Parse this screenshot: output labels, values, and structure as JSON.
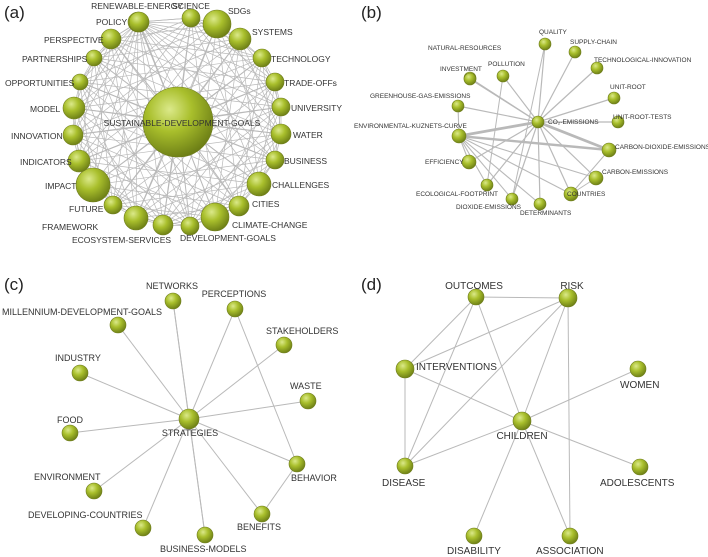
{
  "colors": {
    "edge": "#b9b9b9",
    "node_light": "#dbe98a",
    "node_mid": "#a9bf2c",
    "node_dark": "#6d7f16",
    "label": "#333333"
  },
  "panels": [
    {
      "id": "a",
      "label": "(a)",
      "hub": "SUSTAINABLE-DEVELOPMENT-GOALS",
      "nodes": [
        {
          "label": "SUSTAINABLE-DEVELOPMENT-GOALS"
        },
        {
          "label": "RENEWABLE-ENERGY"
        },
        {
          "label": "SCIENCE"
        },
        {
          "label": "SDGs"
        },
        {
          "label": "SYSTEMS"
        },
        {
          "label": "TECHNOLOGY"
        },
        {
          "label": "TRADE-OFFs"
        },
        {
          "label": "UNIVERSITY"
        },
        {
          "label": "WATER"
        },
        {
          "label": "BUSINESS"
        },
        {
          "label": "CHALLENGES"
        },
        {
          "label": "CITIES"
        },
        {
          "label": "CLIMATE-CHANGE"
        },
        {
          "label": "DEVELOPMENT-GOALS"
        },
        {
          "label": "ECOSYSTEM-SERVICES"
        },
        {
          "label": "FRAMEWORK"
        },
        {
          "label": "FUTURE"
        },
        {
          "label": "IMPACT"
        },
        {
          "label": "INDICATORS"
        },
        {
          "label": "INNOVATION"
        },
        {
          "label": "MODEL"
        },
        {
          "label": "OPPORTUNITIES"
        },
        {
          "label": "PARTNERSHIPS"
        },
        {
          "label": "PERSPECTIVE"
        },
        {
          "label": "POLICY"
        }
      ]
    },
    {
      "id": "b",
      "label": "(b)",
      "hub": "CO2-EMISSIONS",
      "nodes": [
        {
          "label": "CO₂-EMISSIONS"
        },
        {
          "label": "ENVIRONMENTAL-KUZNETS-CURVE"
        },
        {
          "label": "POLLUTION"
        },
        {
          "label": "QUALITY"
        },
        {
          "label": "SUPPLY-CHAIN"
        },
        {
          "label": "NATURAL-RESOURCES"
        },
        {
          "label": "TECHNOLOGICAL-INNOVATION"
        },
        {
          "label": "INVESTMENT"
        },
        {
          "label": "UNIT-ROOT"
        },
        {
          "label": "GREENHOUSE-GAS-EMISSIONS"
        },
        {
          "label": "UNIT-ROOT-TESTS"
        },
        {
          "label": "CARBON-DIOXIDE-EMISSIONS"
        },
        {
          "label": "EFFICIENCY"
        },
        {
          "label": "CARBON-EMISSIONS"
        },
        {
          "label": "ECOLOGICAL-FOOTPRINT"
        },
        {
          "label": "COUNTRIES"
        },
        {
          "label": "DIOXIDE-EMISSIONS"
        },
        {
          "label": "DETERMINANTS"
        }
      ]
    },
    {
      "id": "c",
      "label": "(c)",
      "hub": "STRATEGIES",
      "nodes": [
        {
          "label": "STRATEGIES"
        },
        {
          "label": "NETWORKS"
        },
        {
          "label": "PERCEPTIONS"
        },
        {
          "label": "MILLENNIUM-DEVELOPMENT-GOALS"
        },
        {
          "label": "STAKEHOLDERS"
        },
        {
          "label": "INDUSTRY"
        },
        {
          "label": "WASTE"
        },
        {
          "label": "FOOD"
        },
        {
          "label": "BEHAVIOR"
        },
        {
          "label": "ENVIRONMENT"
        },
        {
          "label": "BENEFITS"
        },
        {
          "label": "DEVELOPING-COUNTRIES"
        },
        {
          "label": "BUSINESS-MODELS"
        }
      ]
    },
    {
      "id": "d",
      "label": "(d)",
      "hub": "CHILDREN",
      "nodes": [
        {
          "label": "CHILDREN"
        },
        {
          "label": "OUTCOMES"
        },
        {
          "label": "RISK"
        },
        {
          "label": "INTERVENTIONS"
        },
        {
          "label": "WOMEN"
        },
        {
          "label": "DISEASE"
        },
        {
          "label": "ADOLESCENTS"
        },
        {
          "label": "DISABILITY"
        },
        {
          "label": "ASSOCIATION"
        }
      ]
    }
  ]
}
